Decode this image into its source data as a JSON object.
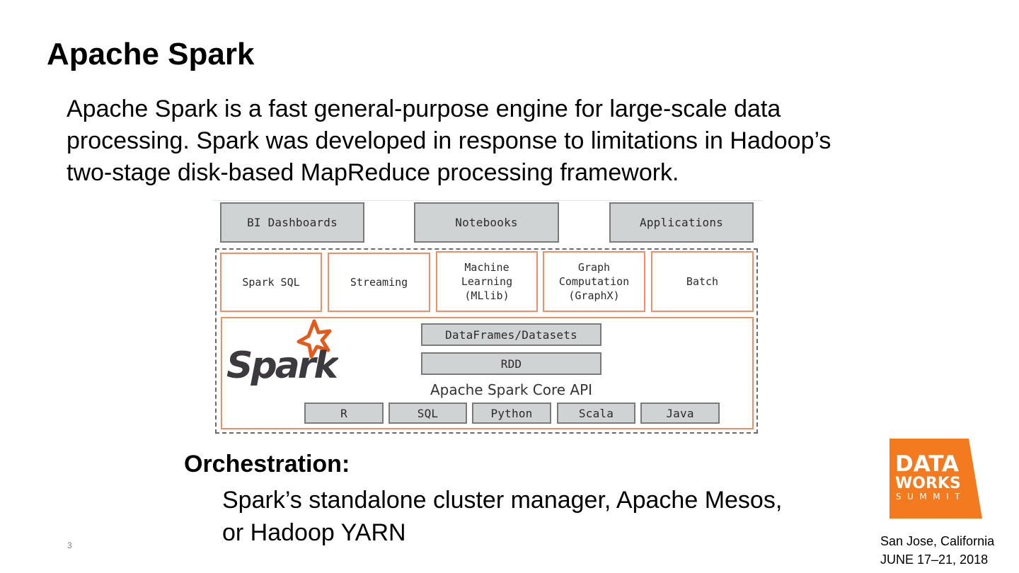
{
  "slide": {
    "title": "Apache Spark",
    "intro_lines": [
      "Apache Spark is a fast general-purpose engine for large-scale data",
      "processing. Spark was developed in response to limitations in Hadoop’s",
      "two-stage disk-based MapReduce processing framework."
    ],
    "orchestration": {
      "label": "Orchestration:",
      "lines": [
        "Spark’s standalone cluster manager, Apache Mesos,",
        "or Hadoop YARN"
      ]
    },
    "slide_number": "3"
  },
  "diagram": {
    "top_layer": [
      "BI Dashboards",
      "Notebooks",
      "Applications"
    ],
    "libraries": [
      {
        "lines": [
          "Spark SQL"
        ]
      },
      {
        "lines": [
          "Streaming"
        ]
      },
      {
        "lines": [
          "Machine",
          "Learning",
          "(MLlib)"
        ]
      },
      {
        "lines": [
          "Graph",
          "Computation",
          "(GraphX)"
        ]
      },
      {
        "lines": [
          "Batch"
        ]
      }
    ],
    "logo_text": "Spark",
    "apis": [
      "DataFrames/Datasets",
      "RDD"
    ],
    "core_label": "Apache Spark Core API",
    "languages": [
      "R",
      "SQL",
      "Python",
      "Scala",
      "Java"
    ],
    "colors": {
      "orange_border": "#ee8e6a",
      "grey_box": "#d0d3d4",
      "spark_star": "#e25a1c",
      "spark_text": "#3c3a3e"
    }
  },
  "branding": {
    "logo": {
      "line1": "DATA",
      "line2": "WORKS",
      "line3": "SUMMIT",
      "color": "#f47a20"
    },
    "location": "San Jose, California",
    "dates": "JUNE 17–21, 2018"
  }
}
